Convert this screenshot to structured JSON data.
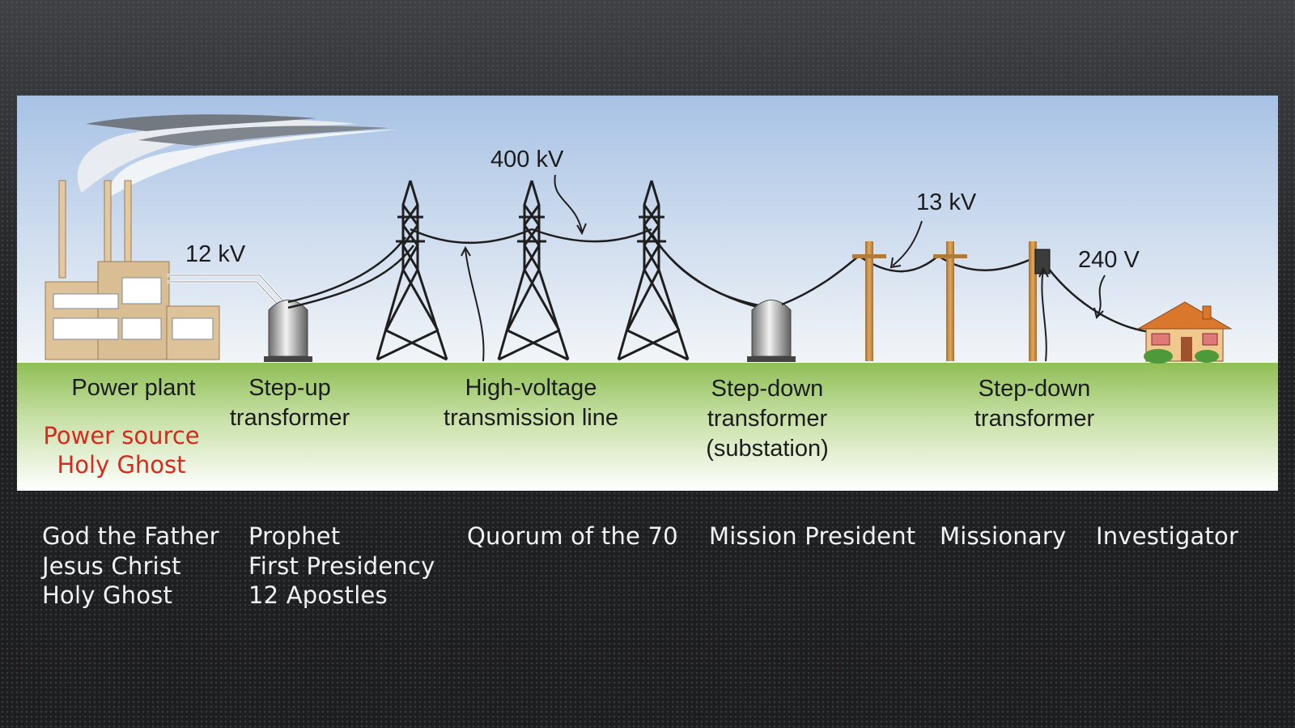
{
  "diagram": {
    "voltages": {
      "kv12": "12 kV",
      "kv400": "400 kV",
      "kv13": "13 kV",
      "v240": "240 V"
    },
    "stage_labels": {
      "power_plant": "Power plant",
      "step_up": [
        "Step-up",
        "transformer"
      ],
      "high_voltage": [
        "High-voltage",
        "transmission line"
      ],
      "step_down_substation": [
        "Step-down",
        "transformer",
        "(substation)"
      ],
      "step_down": [
        "Step-down",
        "transformer"
      ]
    },
    "annotation": [
      "Power source",
      "Holy Ghost"
    ],
    "colors": {
      "sky_top": "#a9c3e6",
      "ground": "#93c25e",
      "annotation_red": "#d52b1e",
      "mapping_text": "#f2f2f2"
    }
  },
  "mapping": {
    "col1": [
      "God the Father",
      "Jesus Christ",
      "Holy Ghost"
    ],
    "col2": [
      "Prophet",
      "First Presidency",
      "12 Apostles"
    ],
    "col3": [
      "Quorum of the 70"
    ],
    "col4": [
      "Mission President"
    ],
    "col5": [
      "Missionary"
    ],
    "col6": [
      "Investigator"
    ]
  }
}
